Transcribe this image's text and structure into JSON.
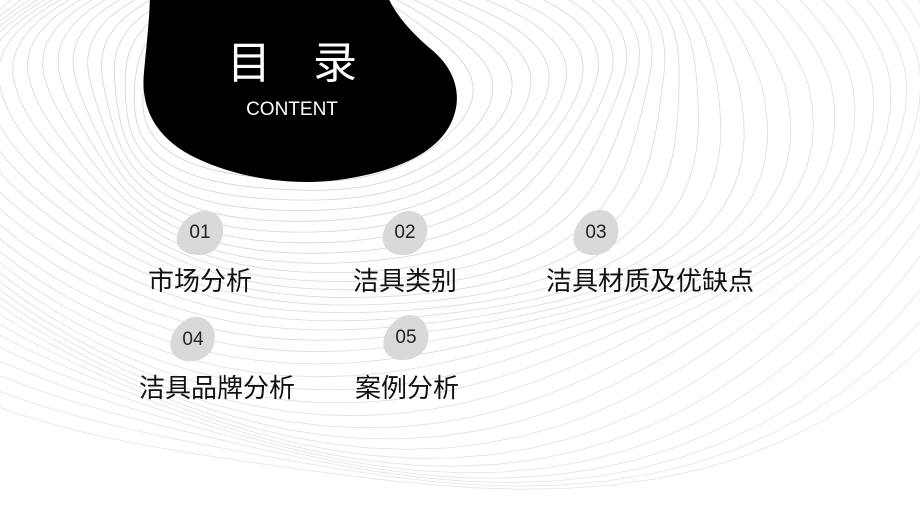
{
  "title": {
    "main": "目 录",
    "sub": "CONTENT"
  },
  "items": [
    {
      "number": "01",
      "label": "市场分析"
    },
    {
      "number": "02",
      "label": "洁具类别"
    },
    {
      "number": "03",
      "label": "洁具材质及优缺点"
    },
    {
      "number": "04",
      "label": "洁具品牌分析"
    },
    {
      "number": "05",
      "label": "案例分析"
    }
  ],
  "colors": {
    "background": "#ffffff",
    "blob": "#000000",
    "badge": "#d9d9d9",
    "lines": "#c8c8c8",
    "text": "#111111"
  }
}
